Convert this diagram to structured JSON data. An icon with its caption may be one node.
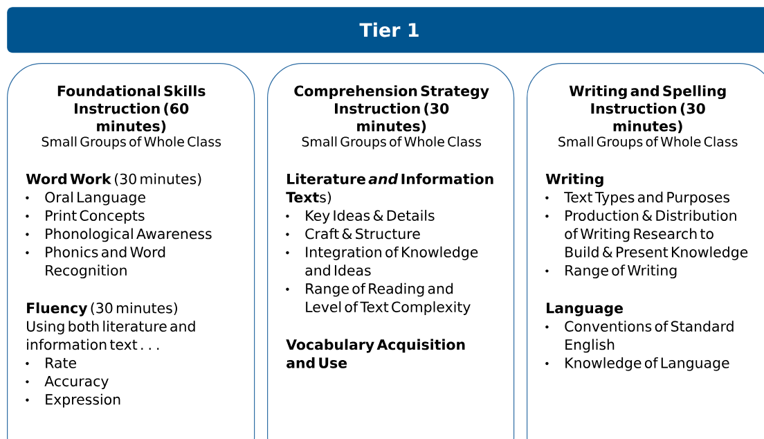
{
  "diagram": {
    "nodes": [
      {
        "text": [
          "Tier 1"
        ]
      },
      {
        "text": [
          "Foundational Skills Instruction (60 minutes)",
          "Small Groups of Whole Class",
          "**Word Work** (30 minutes)",
          "Oral Language",
          "Print Concepts",
          "Phonological Awareness",
          "Phonics and Word Recognition",
          "**Fluency** (30 minutes)",
          "Using both literature and information text . . .",
          "Rate",
          "Accuracy",
          "Expression"
        ]
      },
      {
        "text": [
          "Comprehension Strategy Instruction (30 minutes)",
          "Small Groups of Whole Class",
          "**Literature *and* Information Text**s)",
          "Key Ideas & Details",
          "Craft & Structure",
          "Integration of Knowledge and Ideas",
          "Range of Reading and Level of Text Complexity",
          "Vocabulary Acquisition and Use"
        ]
      },
      {
        "text": [
          "Writing and Spelling Instruction (30 minutes)",
          "Small Groups of Whole Class",
          "Writing",
          "Text Types and Purposes",
          "Production & Distribution of Writing Research to Build & Present Knowledge",
          "Range of Writing",
          "Language",
          "Conventions of Standard English",
          "Knowledge of Language"
        ]
      }
    ],
    "edges": []
  }
}
